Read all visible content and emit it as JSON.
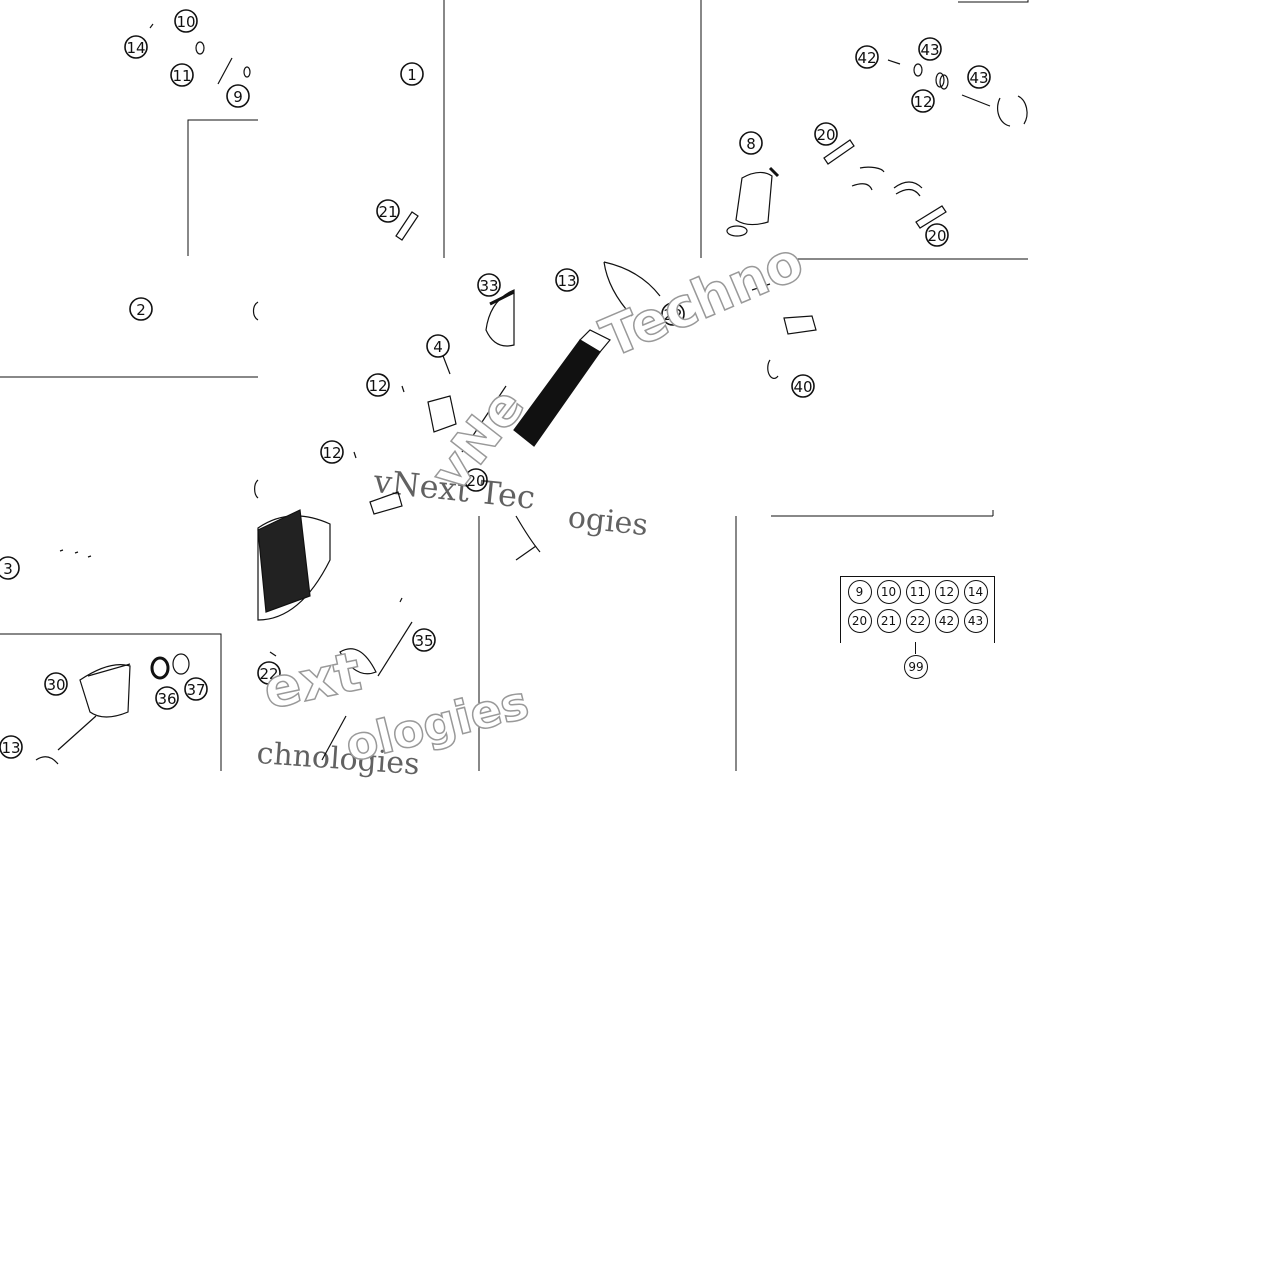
{
  "callouts": [
    {
      "label": "10"
    },
    {
      "label": "14"
    },
    {
      "label": "11"
    },
    {
      "label": "9"
    },
    {
      "label": "1"
    },
    {
      "label": "21"
    },
    {
      "label": "2"
    },
    {
      "label": "42"
    },
    {
      "label": "43"
    },
    {
      "label": "43"
    },
    {
      "label": "12"
    },
    {
      "label": "8"
    },
    {
      "label": "20"
    },
    {
      "label": "20"
    },
    {
      "label": "33"
    },
    {
      "label": "13"
    },
    {
      "label": "22"
    },
    {
      "label": "4"
    },
    {
      "label": "12"
    },
    {
      "label": "12"
    },
    {
      "label": "20"
    },
    {
      "label": "40"
    },
    {
      "label": "3"
    },
    {
      "label": "30"
    },
    {
      "label": "36"
    },
    {
      "label": "37"
    },
    {
      "label": "13"
    },
    {
      "label": "35"
    },
    {
      "label": "22"
    }
  ],
  "kit": {
    "row1": [
      "9",
      "10",
      "11",
      "12",
      "14"
    ],
    "row2": [
      "20",
      "21",
      "22",
      "42",
      "43"
    ],
    "result": "99"
  },
  "watermarks": [
    {
      "text": "vNext Tec"
    },
    {
      "text": "Techno"
    },
    {
      "text": "vNe"
    },
    {
      "text": "ogies"
    },
    {
      "text": "ext"
    },
    {
      "text": "chnologies"
    },
    {
      "text": "ologies"
    }
  ]
}
